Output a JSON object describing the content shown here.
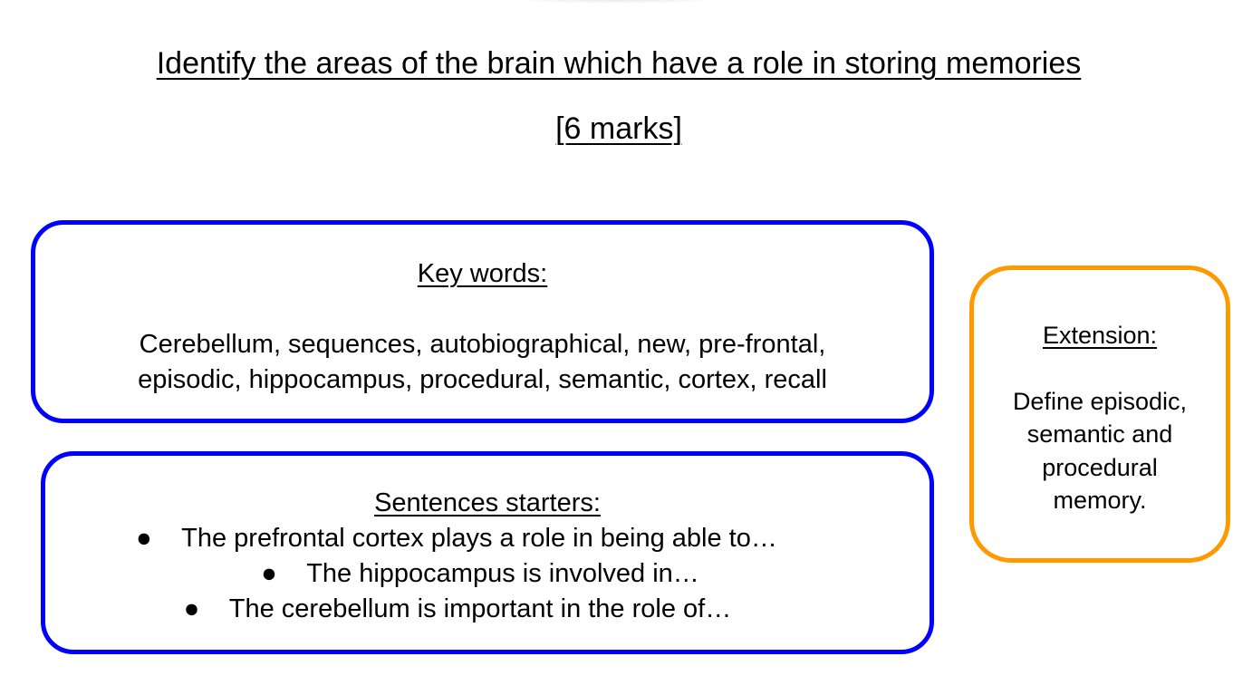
{
  "title": "Identify the areas of the brain which have a role in storing memories",
  "marks": "[6 marks]",
  "key_words": {
    "heading": "Key words:",
    "lines": [
      "Cerebellum, sequences, autobiographical, new, pre-frontal,",
      "episodic, hippocampus, procedural, semantic, cortex, recall"
    ]
  },
  "sentence_starters": {
    "heading": "Sentences starters:",
    "bullet": "●",
    "items": [
      "The prefrontal cortex plays a role in being able to…",
      "The hippocampus is involved in…",
      "The cerebellum is important in the role of…"
    ]
  },
  "extension": {
    "heading": "Extension:",
    "lines": [
      "Define episodic,",
      "semantic and",
      "procedural",
      "memory."
    ]
  },
  "colors": {
    "key_words_border": "#0000ff",
    "sentence_starters_border": "#0000ff",
    "extension_border": "#ff9900"
  }
}
